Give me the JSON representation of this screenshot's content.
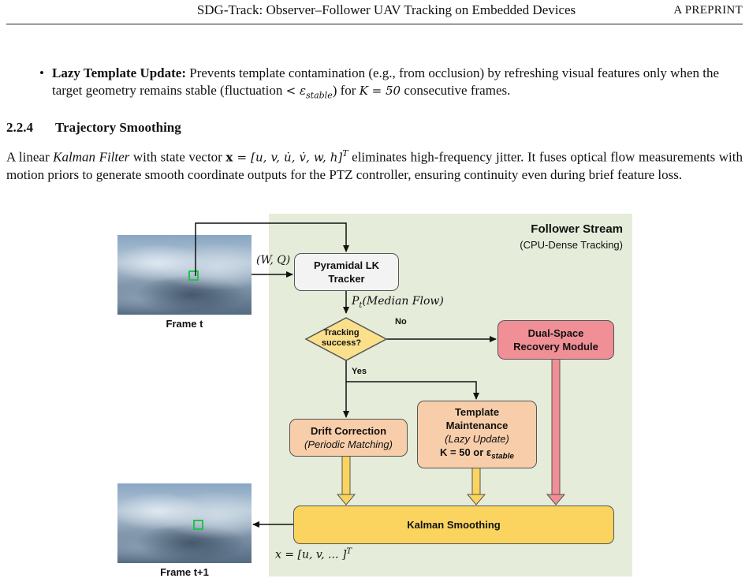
{
  "header": {
    "title": "SDG-Track: Observer–Follower UAV Tracking on Embedded Devices",
    "right": "A PREPRINT"
  },
  "bullet": {
    "lead": "Lazy Template Update:",
    "text_1": " Prevents template contamination (e.g., from occlusion) by refreshing visual features only when the target geometry remains stable (fluctuation ",
    "math_lt": "< ε",
    "math_sub": "stable",
    "text_2": ") for ",
    "math_k": "K = 50",
    "text_3": " consecutive frames."
  },
  "section": {
    "number": "2.2.4",
    "title": "Trajectory Smoothing"
  },
  "paragraph": {
    "text_1": "A linear ",
    "em": "Kalman Filter",
    "text_2": " with state vector ",
    "math_x": "x",
    "math_state": " = [u, v, u̇, v̇, w, h]",
    "math_T": "T",
    "text_3": " eliminates high-frequency jitter. It fuses optical flow measurements with motion priors to generate smooth coordinate outputs for the PTZ controller, ensuring continuity even during brief feature loss."
  },
  "figure": {
    "stream_title": "Follower Stream",
    "stream_subtitle": "(CPU-Dense Tracking)",
    "frame_t_caption": "Frame t",
    "frame_t1_caption": "Frame t+1",
    "input_label": "(W, Q)",
    "lk_box": [
      "Pyramidal LK",
      "Tracker"
    ],
    "pt_label_sym": "P",
    "pt_label_sub": "t",
    "pt_label_rest": "(Median Flow)",
    "decision": [
      "Tracking",
      "success?"
    ],
    "no_label": "No",
    "yes_label": "Yes",
    "recovery_box": [
      "Dual-Space",
      "Recovery Module"
    ],
    "drift_box": {
      "title": "Drift Correction",
      "sub": "(Periodic Matching)"
    },
    "template_box": {
      "title_1": "Template",
      "title_2": "Maintenance",
      "sub": "(Lazy Update)",
      "cond_k": "K = 50 or ε",
      "cond_sub": "stable"
    },
    "kalman_box": "Kalman Smoothing",
    "state_eq": "x = [u, v, ... ]",
    "state_eq_T": "T",
    "colors": {
      "panel": "#e5ecd9",
      "decision": "#fbe08c",
      "recovery": "#f08f95",
      "orange_box": "#f8cda9",
      "kalman": "#fad45e",
      "bbox": "#22c34a"
    }
  }
}
